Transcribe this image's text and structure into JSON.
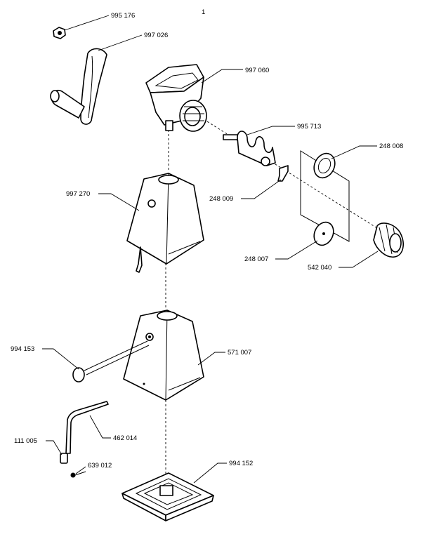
{
  "page_mark": "1",
  "parts": [
    {
      "id": "nut",
      "label": "995 176"
    },
    {
      "id": "crank-handle",
      "label": "997 026"
    },
    {
      "id": "grinder-body",
      "label": "997 060"
    },
    {
      "id": "auger-screw",
      "label": "995 713"
    },
    {
      "id": "coarse-disc",
      "label": "248 008"
    },
    {
      "id": "cutter-blade",
      "label": "248 009"
    },
    {
      "id": "upper-base",
      "label": "997 270"
    },
    {
      "id": "fine-disc",
      "label": "248 007"
    },
    {
      "id": "ring-nut",
      "label": "542 040"
    },
    {
      "id": "clamp-screw",
      "label": "994 153"
    },
    {
      "id": "lower-base",
      "label": "571 007"
    },
    {
      "id": "lever-rod",
      "label": "462 014"
    },
    {
      "id": "lever-end",
      "label": "111 005"
    },
    {
      "id": "screw",
      "label": "639 012"
    },
    {
      "id": "foot-plate",
      "label": "994 152"
    }
  ]
}
